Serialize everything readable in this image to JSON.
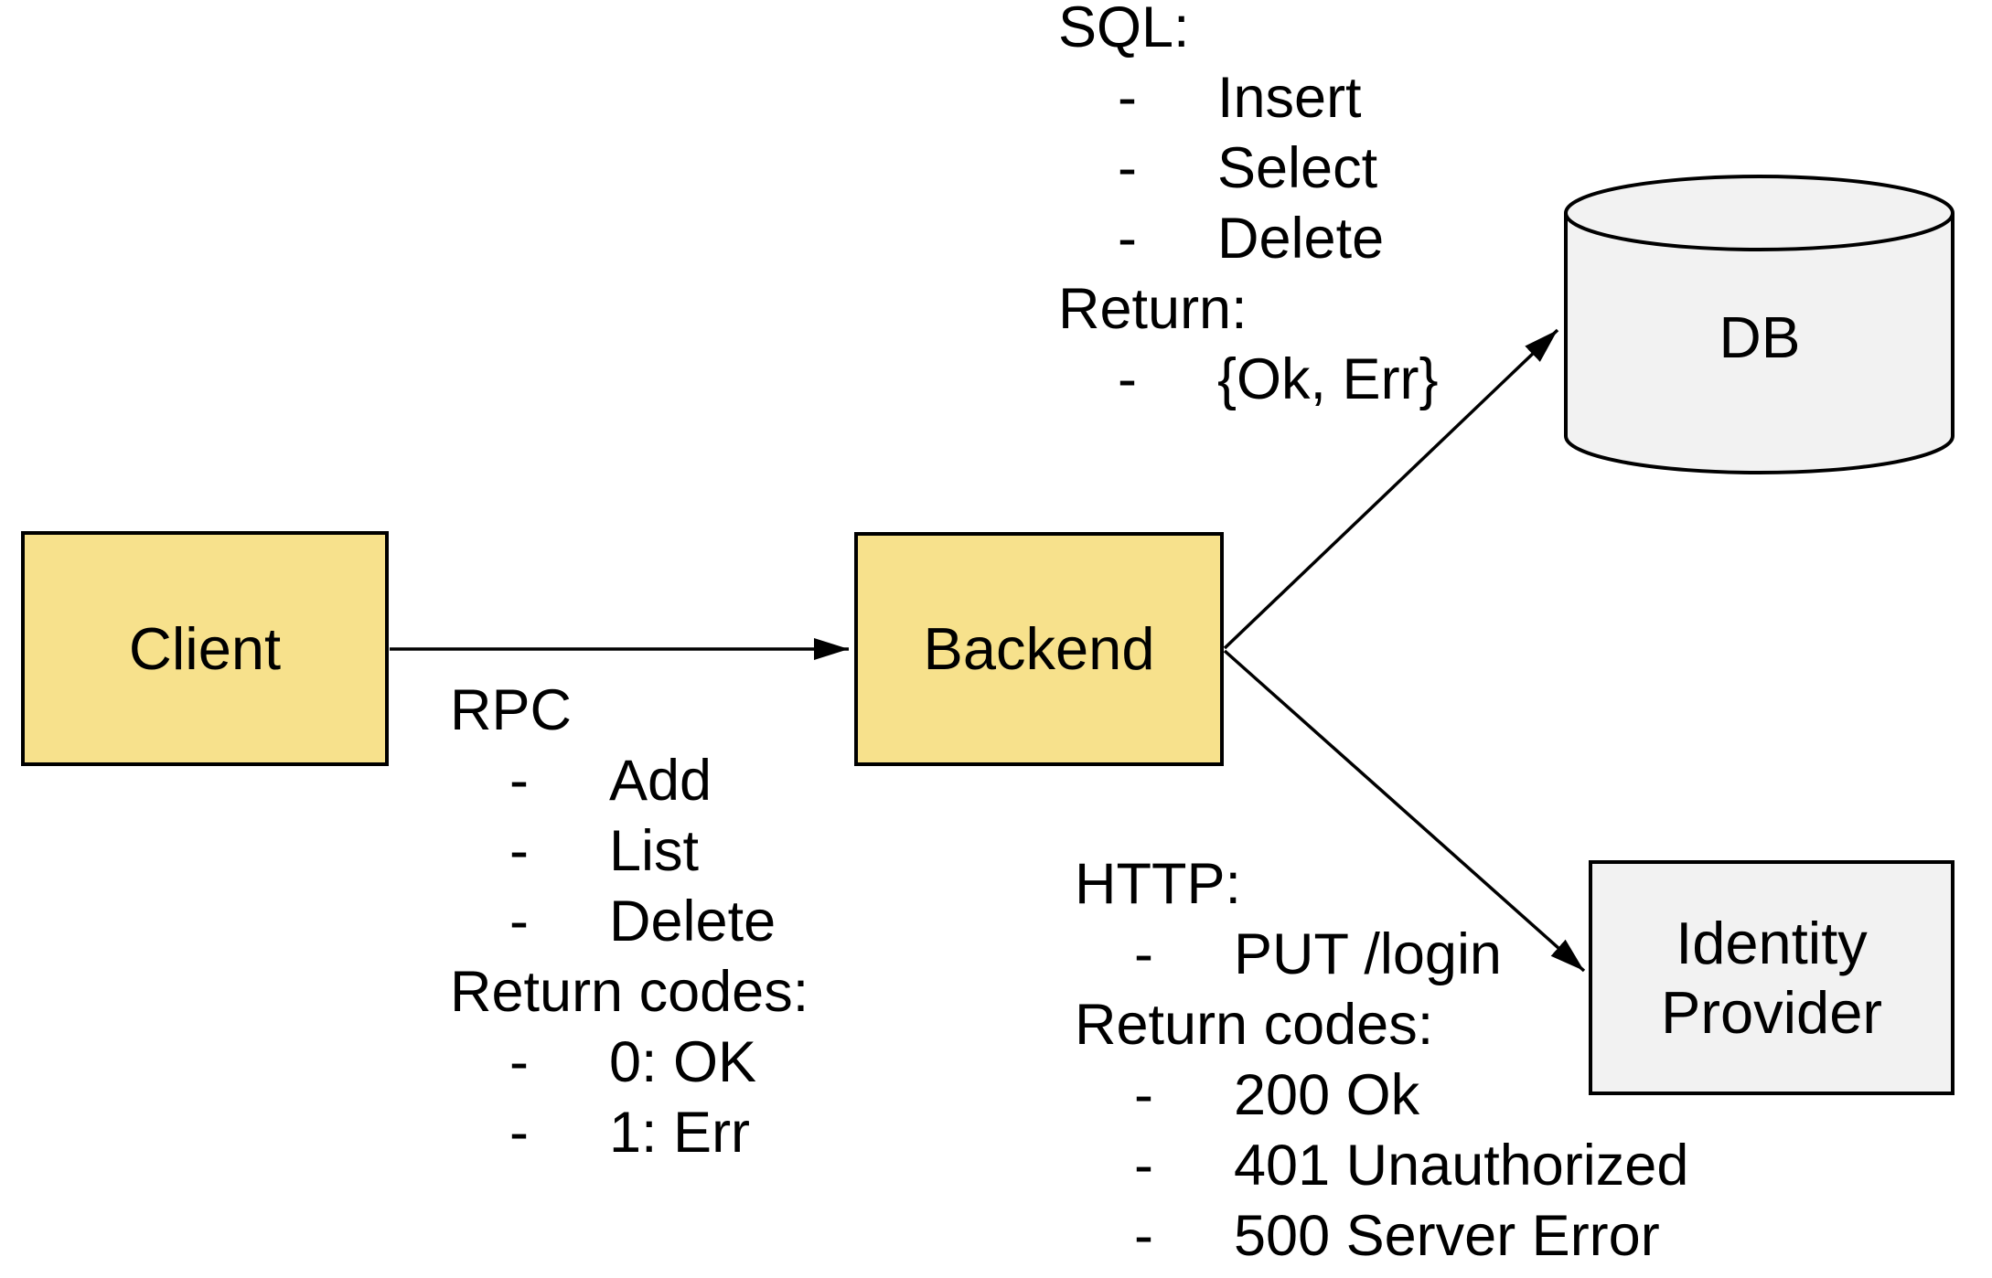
{
  "colors": {
    "background": "#FFFFFF",
    "node_fill_yellow": "#F7E18C",
    "node_fill_gray": "#F2F2F2",
    "stroke": "#000000"
  },
  "nodes": {
    "client": {
      "label": "Client"
    },
    "backend": {
      "label": "Backend"
    },
    "db": {
      "label": "DB"
    },
    "identity_provider": {
      "label": "Identity Provider"
    }
  },
  "annotations": {
    "sql": {
      "lines": [
        {
          "t": "SQL:",
          "b": false
        },
        {
          "t": "Insert",
          "b": true
        },
        {
          "t": "Select",
          "b": true
        },
        {
          "t": "Delete",
          "b": true
        },
        {
          "t": "Return:",
          "b": false
        },
        {
          "t": "{Ok, Err}",
          "b": true
        }
      ]
    },
    "rpc": {
      "lines": [
        {
          "t": "RPC",
          "b": false
        },
        {
          "t": "Add",
          "b": true
        },
        {
          "t": "List",
          "b": true
        },
        {
          "t": "Delete",
          "b": true
        },
        {
          "t": "Return codes:",
          "b": false
        },
        {
          "t": "0: OK",
          "b": true
        },
        {
          "t": "1: Err",
          "b": true
        }
      ]
    },
    "http": {
      "lines": [
        {
          "t": "HTTP:",
          "b": false
        },
        {
          "t": "PUT /login",
          "b": true
        },
        {
          "t": "Return codes:",
          "b": false
        },
        {
          "t": "200 Ok",
          "b": true
        },
        {
          "t": "401 Unauthorized",
          "b": true
        },
        {
          "t": "500 Server Error",
          "b": true
        }
      ]
    }
  }
}
